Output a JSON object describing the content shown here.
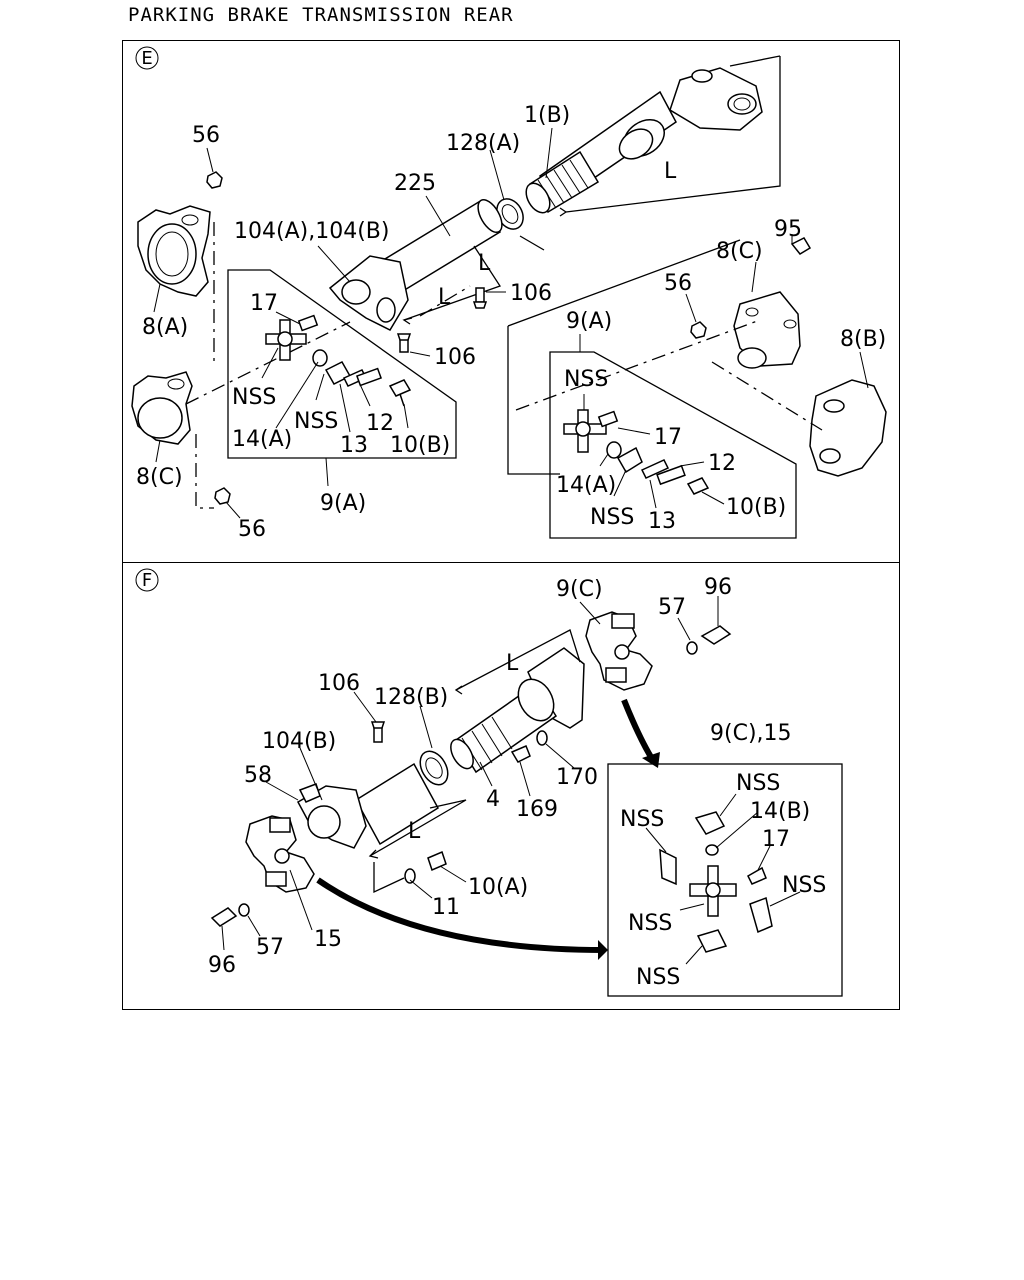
{
  "title": "PARKING BRAKE TRANSMISSION REAR",
  "sections": [
    {
      "id": "E"
    },
    {
      "id": "F"
    }
  ],
  "labels_E": {
    "l56a": "56",
    "l1b": "1(B)",
    "l128a": "128(A)",
    "l225": "225",
    "l104ab": "104(A),104(B)",
    "lL1": "L",
    "lL2": "L",
    "lL3": "L",
    "l106a": "106",
    "l106b": "106",
    "l17a": "17",
    "l8a": "8(A)",
    "lNSSa": "NSS",
    "lNSSb": "NSS",
    "l14a": "14(A)",
    "l13a": "13",
    "l12a": "12",
    "l10ba": "10(B)",
    "l8ca": "8(C)",
    "l9aa": "9(A)",
    "l56b": "56",
    "l95": "95",
    "l8cb": "8(C)",
    "l56c": "56",
    "l9ab": "9(A)",
    "l8b": "8(B)",
    "lNSSc": "NSS",
    "l17b": "17",
    "l12b": "12",
    "l14ab": "14(A)",
    "lNSSd": "NSS",
    "l13b": "13",
    "l10bb": "10(B)"
  },
  "labels_F": {
    "l9c": "9(C)",
    "l96a": "96",
    "l57a": "57",
    "lL": "L",
    "l106": "106",
    "l128b": "128(B)",
    "l104b": "104(B)",
    "l58": "58",
    "l4": "4",
    "l169": "169",
    "l170": "170",
    "lL2": "L",
    "l9c15": "9(C),15",
    "lNSS1": "NSS",
    "l14b": "14(B)",
    "lNSS2": "NSS",
    "l17": "17",
    "lNSS3": "NSS",
    "lNSS4": "NSS",
    "lNSS5": "NSS",
    "l11": "11",
    "l10a": "10(A)",
    "l96b": "96",
    "l57b": "57",
    "l15": "15"
  }
}
